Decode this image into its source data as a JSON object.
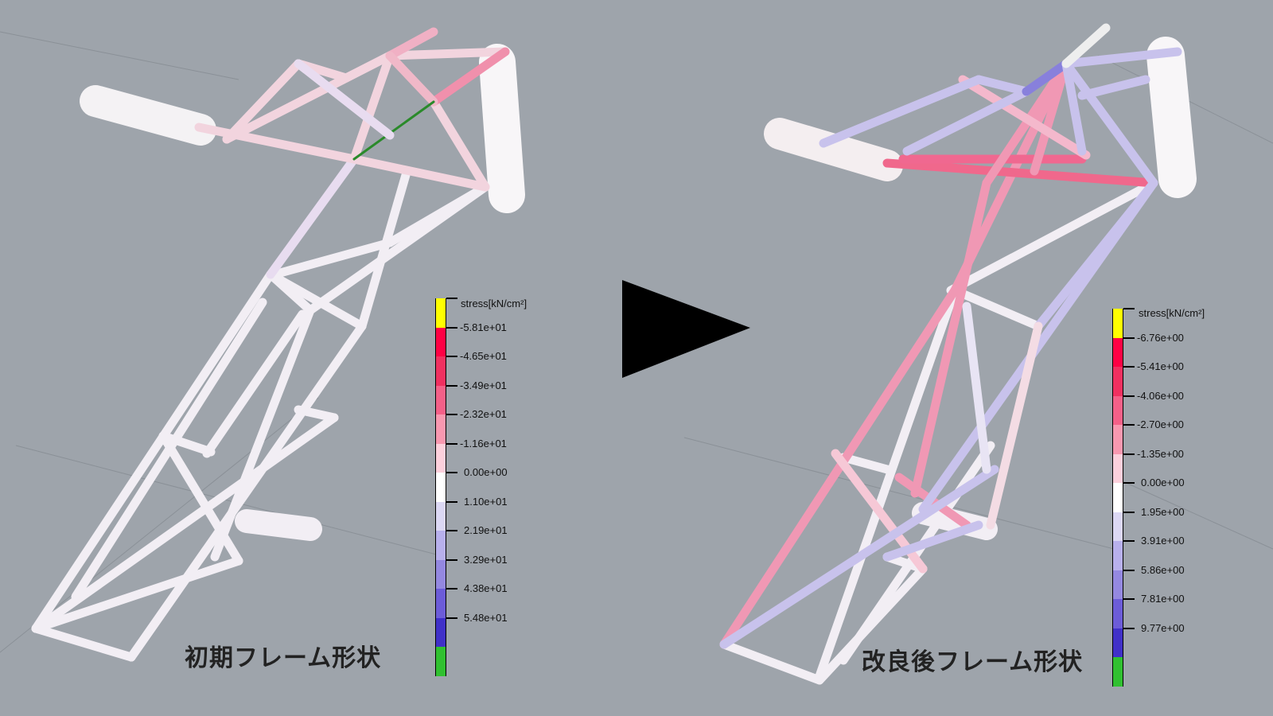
{
  "initial": {
    "title": "初期フレーム形状",
    "legend": {
      "title": "stress[kN/cm²]",
      "labels": [
        "-5.81e+01",
        "-4.65e+01",
        "-3.49e+01",
        "-2.32e+01",
        "-1.16e+01",
        "0.00e+00",
        "1.10e+01",
        "2.19e+01",
        "3.29e+01",
        "4.38e+01",
        "5.48e+01"
      ]
    }
  },
  "improved": {
    "title": "改良後フレーム形状",
    "legend": {
      "title": "stress[kN/cm²]",
      "labels": [
        "-6.76e+00",
        "-5.41e+00",
        "-4.06e+00",
        "-2.70e+00",
        "-1.35e+00",
        "0.00e+00",
        "1.95e+00",
        "3.91e+00",
        "5.86e+00",
        "7.81e+00",
        "9.77e+00"
      ]
    }
  },
  "colors": {
    "background": "#9ea4ab",
    "scale": [
      "#ffff00",
      "#ff0044",
      "#f03060",
      "#f46088",
      "#f898b0",
      "#fcd0dc",
      "#ffffff",
      "#dcd8f4",
      "#b8b0ec",
      "#9488e0",
      "#6c5cd8",
      "#4030c8",
      "#30c030"
    ]
  }
}
